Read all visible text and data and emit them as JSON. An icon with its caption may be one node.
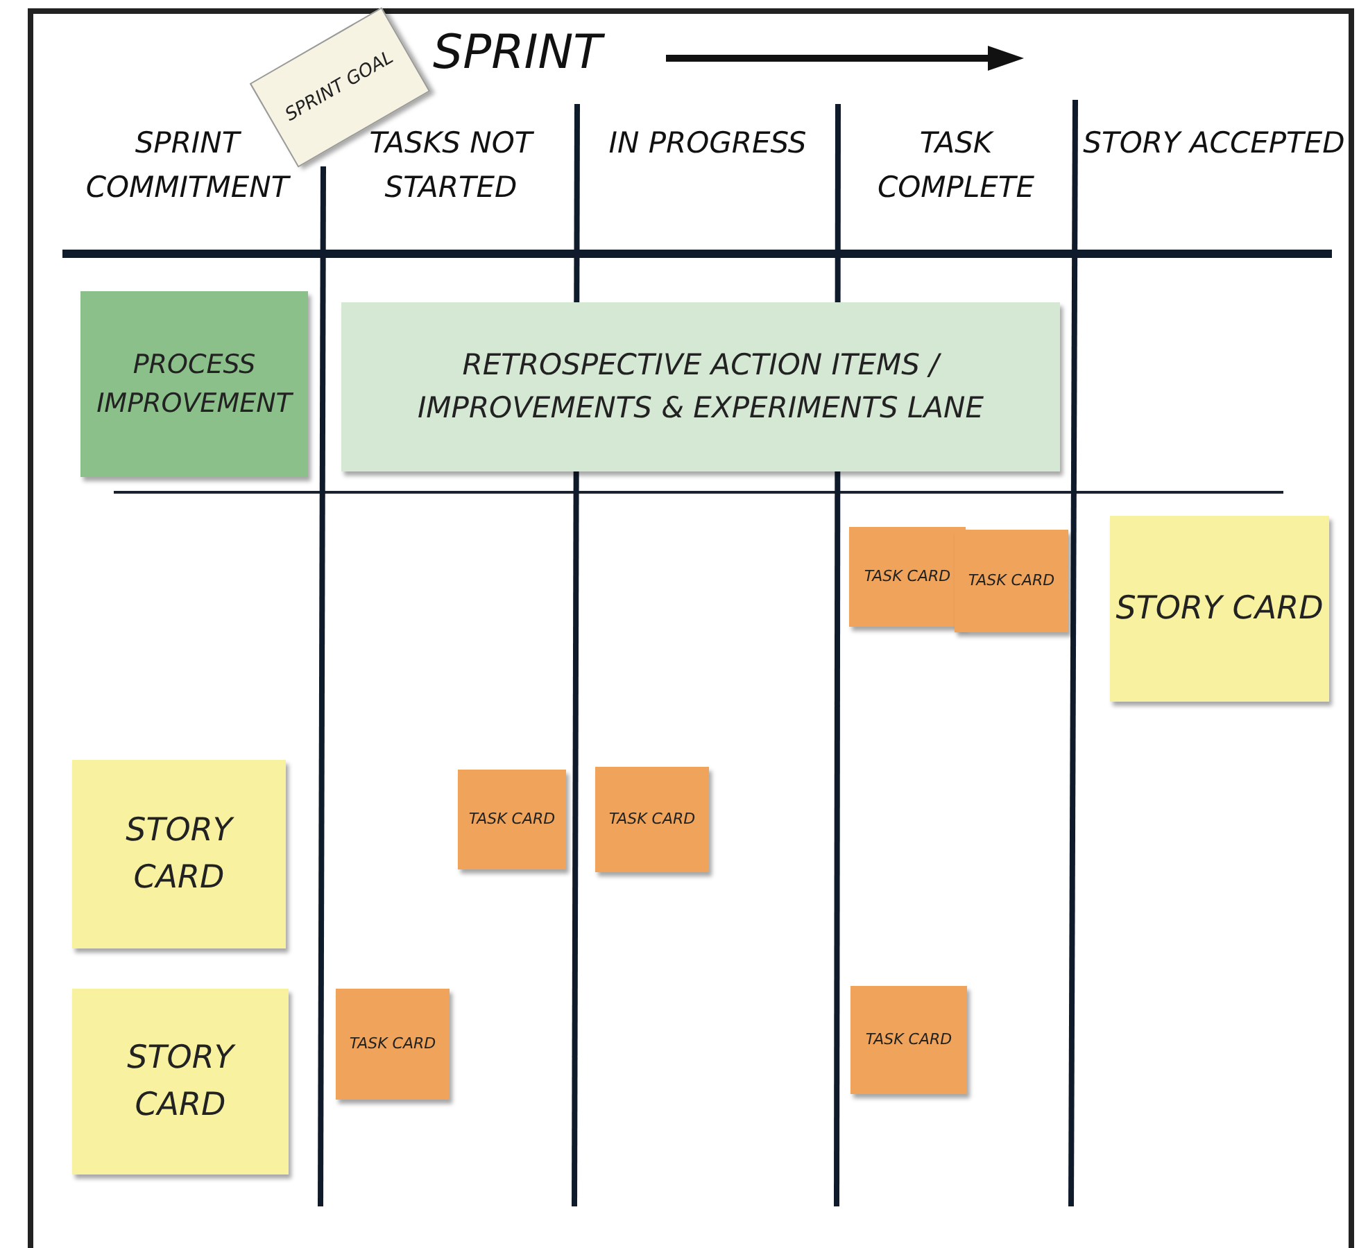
{
  "diagram": {
    "title": "SPRINT",
    "nodes": [
      {
        "text": [
          "SPRINT GOAL"
        ]
      },
      {
        "text": [
          "PROCESS IMPROVEMENT"
        ]
      },
      {
        "text": [
          "RETROSPECTIVE ACTION ITEMS / IMPROVEMENTS & EXPERIMENTS LANE"
        ]
      },
      {
        "text": [
          "TASK CARD"
        ]
      },
      {
        "text": [
          "TASK CARD"
        ]
      },
      {
        "text": [
          "STORY CARD"
        ]
      },
      {
        "text": [
          "STORY CARD"
        ]
      },
      {
        "text": [
          "TASK CARD"
        ]
      },
      {
        "text": [
          "TASK CARD"
        ]
      },
      {
        "text": [
          "STORY CARD"
        ]
      },
      {
        "text": [
          "TASK CARD"
        ]
      },
      {
        "text": [
          "TASK CARD"
        ]
      }
    ],
    "edges": [],
    "labels": [
      "SPRINT COMMITMENT",
      "TASKS NOT STARTED",
      "IN PROGRESS",
      "TASK COMPLETE",
      "STORY ACCEPTED"
    ]
  }
}
